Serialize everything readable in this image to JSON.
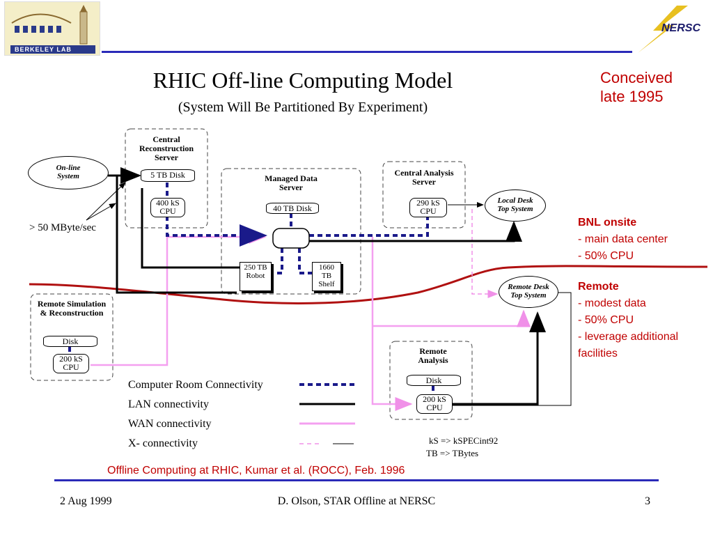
{
  "header": {
    "left_logo_text": "BERKELEY LAB",
    "right_logo_text": "NERSC"
  },
  "slide": {
    "title": "RHIC Off-line Computing Model",
    "subtitle": "(System Will Be Partitioned By Experiment)",
    "conceived": "Conceived late 1995",
    "citation": "Offline Computing at RHIC, Kumar et al. (ROCC), Feb. 1996"
  },
  "diagram": {
    "online_system": "On-line System",
    "rate_label": "> 50 MByte/sec",
    "central_recon": {
      "title": "Central Reconstruction Server",
      "disk": "5 TB Disk",
      "cpu": "400 kS CPU"
    },
    "managed_data": {
      "title": "Managed Data Server",
      "disk": "40 TB Disk",
      "robot": "250 TB Robot",
      "shelf": "1660 TB Shelf"
    },
    "central_analysis": {
      "title": "Central Analysis Server",
      "cpu": "290 kS CPU"
    },
    "local_desk": "Local Desk Top System",
    "remote_desk": "Remote Desk Top System",
    "remote_sim": {
      "title": "Remote Simulation & Reconstruction",
      "disk": "Disk",
      "cpu": "200 kS CPU"
    },
    "remote_analysis": {
      "title": "Remote Analysis",
      "disk": "Disk",
      "cpu": "200 kS CPU"
    },
    "legend": [
      {
        "label": "Computer Room Connectivity",
        "style": "dashed-blue"
      },
      {
        "label": "LAN connectivity",
        "style": "solid-black"
      },
      {
        "label": "WAN connectivity",
        "style": "solid-pink"
      },
      {
        "label": "X- connectivity",
        "style": "dashed-pink-solid-black"
      }
    ],
    "units_note_1": "kS => kSPECint92",
    "units_note_2": "TB => TBytes"
  },
  "side_notes": {
    "bnl_title": "BNL onsite",
    "bnl_items": [
      "- main data center",
      "- 50% CPU"
    ],
    "remote_title": "Remote",
    "remote_items": [
      "- modest data",
      "- 50% CPU",
      "- leverage additional facilities"
    ]
  },
  "footer": {
    "date": "2 Aug 1999",
    "center": "D. Olson, STAR Offline at NERSC",
    "page": "3"
  },
  "colors": {
    "rule_blue": "#2a2ab8",
    "dash_blue": "#1a1a8a",
    "wan_pink": "#f4a0f0",
    "note_red": "#c00000",
    "boundary_red": "#b01010"
  }
}
